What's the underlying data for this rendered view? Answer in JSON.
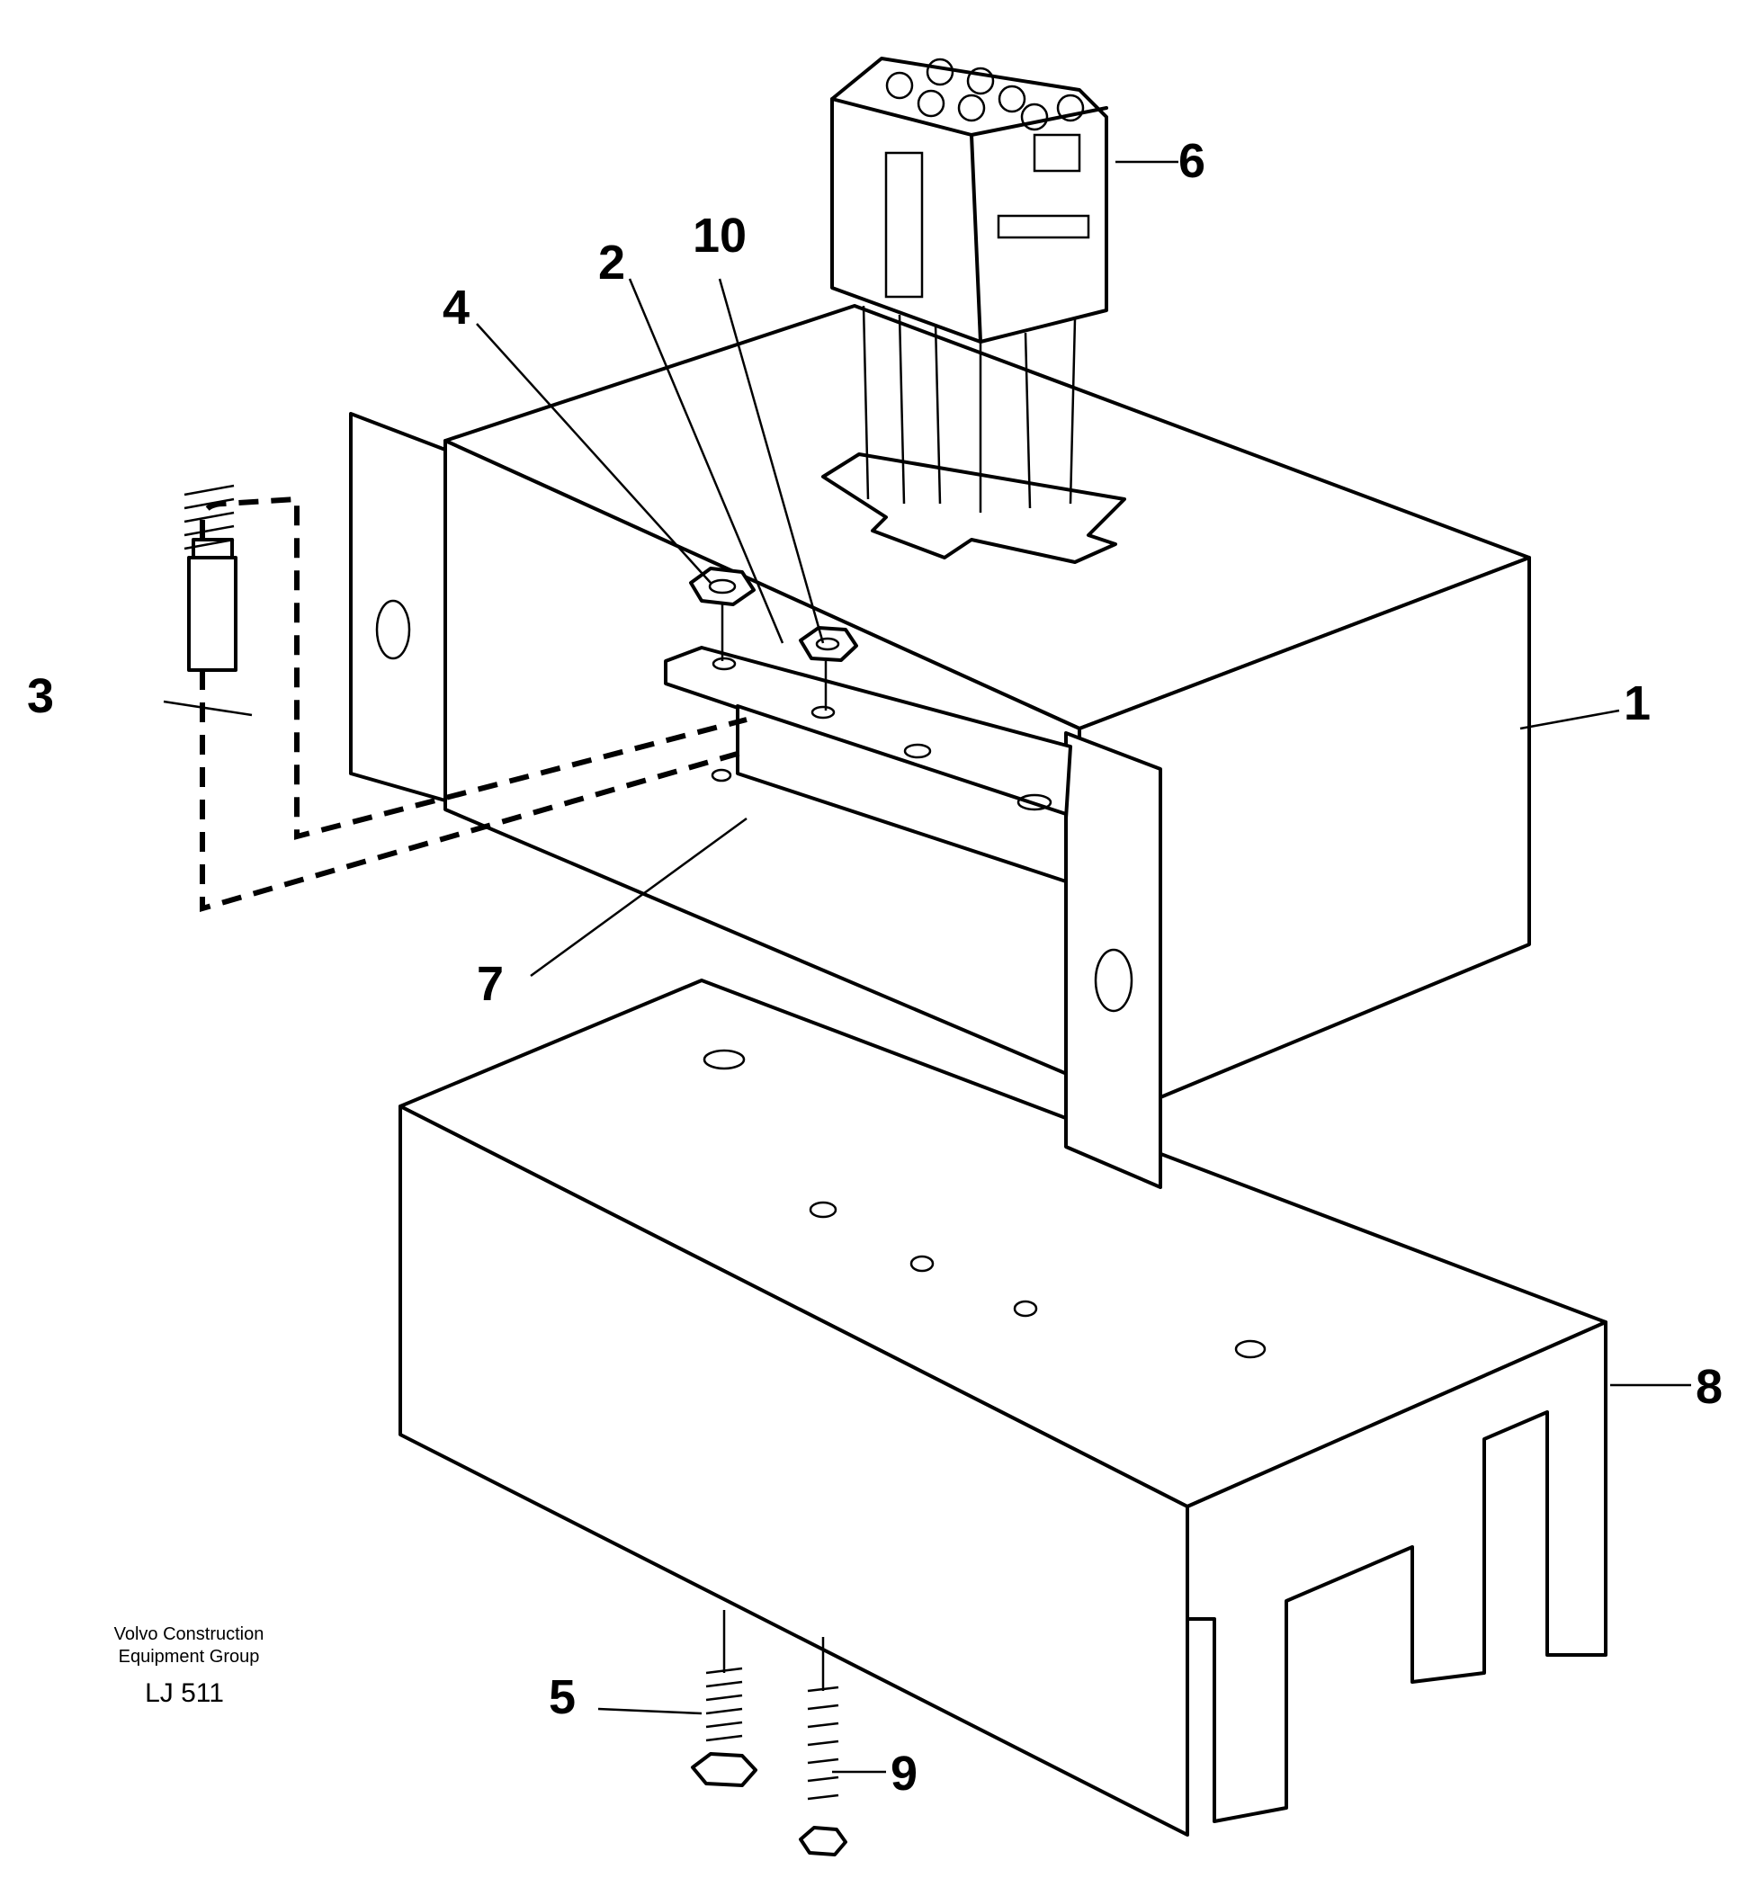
{
  "callouts": {
    "c1": "1",
    "c2": "2",
    "c3": "3",
    "c4": "4",
    "c5": "5",
    "c6": "6",
    "c7": "7",
    "c8": "8",
    "c9": "9",
    "c10": "10"
  },
  "credit": {
    "line1": "Volvo Construction",
    "line2": "Equipment Group",
    "code": "LJ 511"
  }
}
